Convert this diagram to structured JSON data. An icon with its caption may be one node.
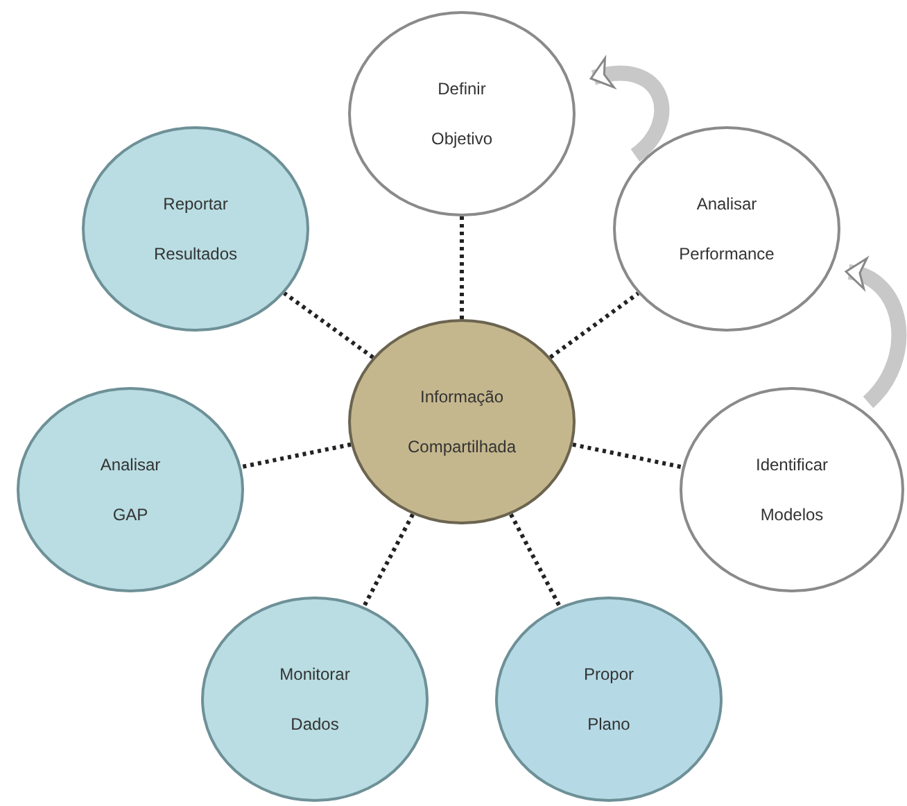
{
  "diagram": {
    "nodes": [
      {
        "text": [
          "Definir Objetivo"
        ]
      },
      {
        "text": [
          "Reportar Resultados"
        ]
      },
      {
        "text": [
          "Analisar Performance"
        ]
      },
      {
        "text": [
          "Informação Compartilhada"
        ]
      },
      {
        "text": [
          "Analisar GAP"
        ]
      },
      {
        "text": [
          "Identificar Modelos"
        ]
      },
      {
        "text": [
          "Monitorar Dados"
        ]
      },
      {
        "text": [
          "Propor Plano"
        ]
      }
    ],
    "edges": [
      {
        "from": 3,
        "to": 0,
        "arrow": "none",
        "style": "dashed"
      },
      {
        "from": 3,
        "to": 1,
        "arrow": "none",
        "style": "dashed"
      },
      {
        "from": 3,
        "to": 2,
        "arrow": "none",
        "style": "dashed"
      },
      {
        "from": 3,
        "to": 4,
        "arrow": "none",
        "style": "dashed"
      },
      {
        "from": 3,
        "to": 5,
        "arrow": "none",
        "style": "dashed"
      },
      {
        "from": 3,
        "to": 6,
        "arrow": "none",
        "style": "dashed"
      },
      {
        "from": 3,
        "to": 7,
        "arrow": "none",
        "style": "dashed"
      },
      {
        "from": 2,
        "to": 0,
        "arrow": "to",
        "style": "thick",
        "color": "#c8c8c8"
      },
      {
        "from": 5,
        "to": 2,
        "arrow": "to",
        "style": "thick",
        "color": "#c8c8c8"
      }
    ]
  }
}
